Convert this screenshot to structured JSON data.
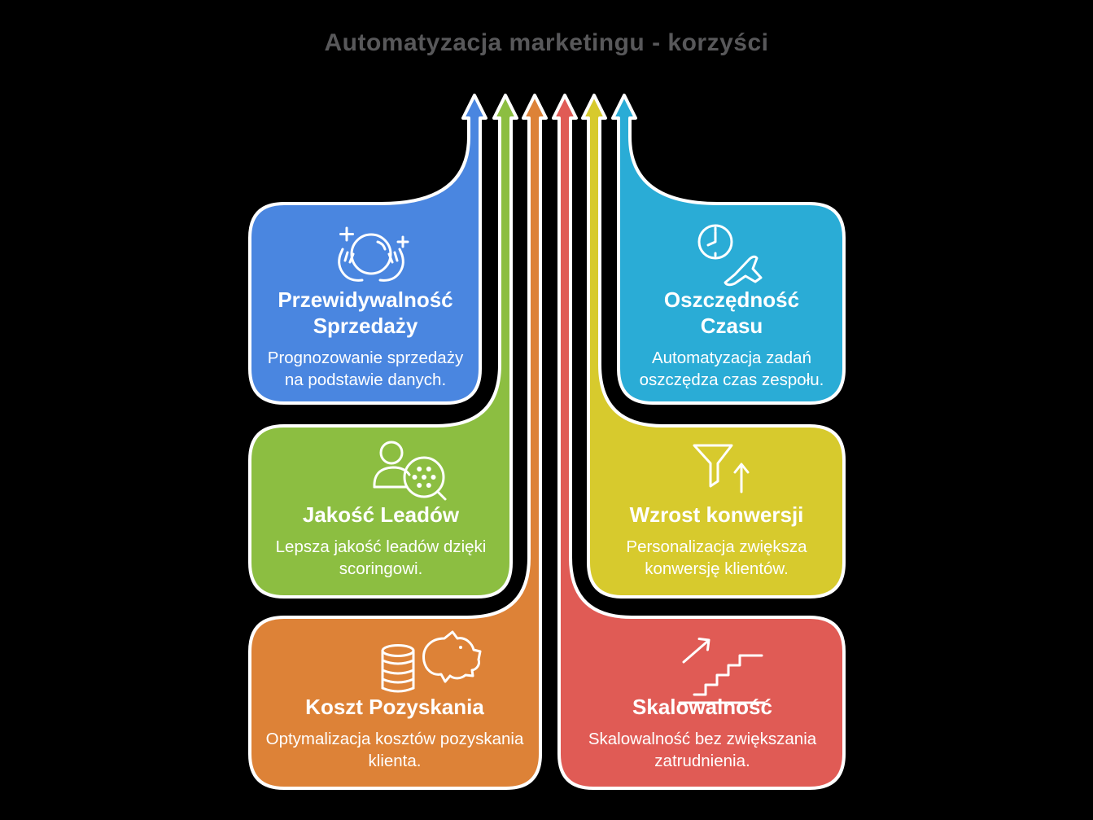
{
  "background_color": "#000000",
  "header": {
    "title": "Automatyzacja marketingu - korzyści",
    "color": "#58585a"
  },
  "cards": [
    {
      "name": "przewidywalnosc-sprzedazy",
      "position": "top-left",
      "title": "Przewidywalność\nSprzedaży",
      "description": "Prognozowanie sprzedaży\nna podstawie danych.",
      "color": "#4a86e0",
      "icon": "crystal-ball-in-hands-icon"
    },
    {
      "name": "oszczednosc-czasu",
      "position": "top-right",
      "title": "Oszczędność\nCzasu",
      "description": "Automatyzacja zadań\noszczędza czas zespołu.",
      "color": "#2aacd6",
      "icon": "clock-and-plane-icon"
    },
    {
      "name": "jakosc-leadow",
      "position": "middle-left",
      "title": "Jakość Leadów",
      "description": "Lepsza jakość leadów dzięki\nscoringowi.",
      "color": "#8cbe41",
      "icon": "lead-scoring-magnifier-icon"
    },
    {
      "name": "wzrost-konwersji",
      "position": "middle-right",
      "title": "Wzrost konwersji",
      "description": "Personalizacja zwiększa\nkonwersję klientów.",
      "color": "#d7ca2d",
      "icon": "funnel-up-arrow-icon"
    },
    {
      "name": "koszt-pozyskania",
      "position": "bottom-left",
      "title": "Koszt Pozyskania",
      "description": "Optymalizacja kosztów pozyskania\nklienta.",
      "color": "#dd8237",
      "icon": "piggy-bank-coins-icon"
    },
    {
      "name": "skalowalnosc",
      "position": "bottom-right",
      "title": "Skalowalność",
      "description": "Skalowalność bez zwiększania\nzatrudnienia.",
      "color": "#e05b55",
      "icon": "growth-stairs-icon"
    }
  ]
}
